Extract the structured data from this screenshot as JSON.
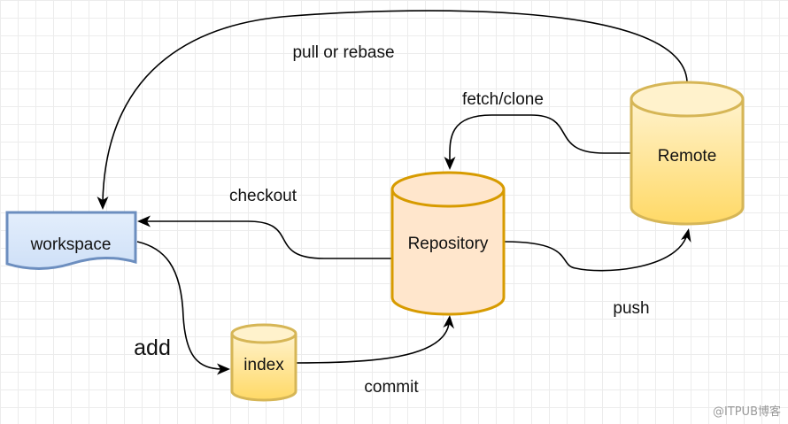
{
  "nodes": {
    "workspace": {
      "label": "workspace",
      "fill": "#dae8fc",
      "stroke": "#6c8ebf"
    },
    "index": {
      "label": "index",
      "fill_top": "#fff2cc",
      "fill_bottom": "#ffd966",
      "stroke": "#d6b656"
    },
    "repository": {
      "label": "Repository",
      "fill": "#ffe6cc",
      "stroke": "#d79b00"
    },
    "remote": {
      "label": "Remote",
      "fill_top": "#fff2cc",
      "fill_bottom": "#ffd966",
      "stroke": "#d6b656"
    }
  },
  "edges": {
    "pull_or_rebase": {
      "label": "pull or rebase",
      "from": "Remote",
      "to": "workspace"
    },
    "fetch_clone": {
      "label": "fetch/clone",
      "from": "Remote",
      "to": "Repository"
    },
    "checkout": {
      "label": "checkout",
      "from": "Repository",
      "to": "workspace"
    },
    "push": {
      "label": "push",
      "from": "Repository",
      "to": "Remote"
    },
    "add": {
      "label": "add",
      "from": "workspace",
      "to": "index"
    },
    "commit": {
      "label": "commit",
      "from": "index",
      "to": "Repository"
    }
  },
  "watermark": "@ITPUB博客"
}
